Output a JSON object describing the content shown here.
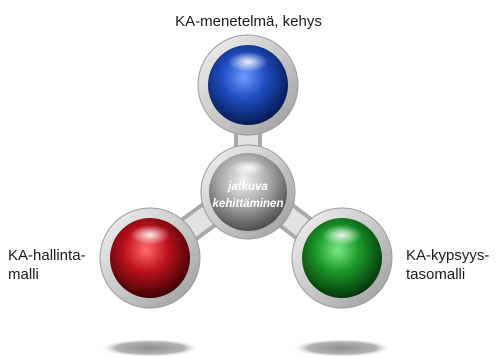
{
  "nodes": {
    "top": {
      "label": "KA-menetelmä, kehys",
      "color": "#1f4fc4"
    },
    "left": {
      "line1": "KA-hallinta-",
      "line2": "malli",
      "color": "#c0121d"
    },
    "right": {
      "line1": "KA-kypsyys-",
      "line2": "tasomalli",
      "color": "#1c9a2a"
    },
    "hub": {
      "line1": "jatkuva",
      "line2": "kehittäminen",
      "color": "#a8a8a8"
    }
  }
}
